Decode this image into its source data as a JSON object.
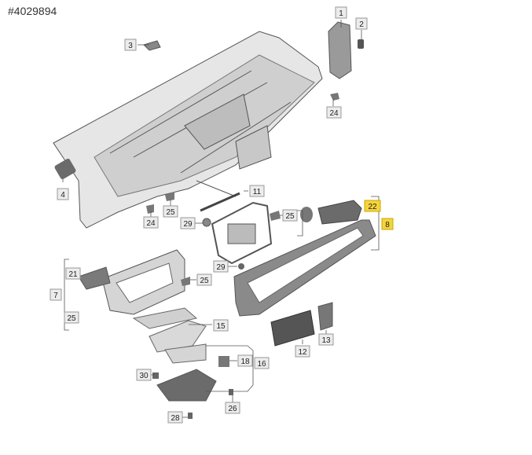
{
  "title": "#4029894",
  "callouts": {
    "c1": "1",
    "c2": "2",
    "c3": "3",
    "c4": "4",
    "c7": "7",
    "c8": "8",
    "c11": "11",
    "c12": "12",
    "c13": "13",
    "c15": "15",
    "c16": "16",
    "c18": "18",
    "c21": "21",
    "c22": "22",
    "c24a": "24",
    "c24b": "24",
    "c25a": "25",
    "c25b": "25",
    "c25c": "25",
    "c25d": "25",
    "c26": "26",
    "c28": "28",
    "c29a": "29",
    "c29b": "29",
    "c30": "30"
  },
  "colors": {
    "highlight": "#f5d33c",
    "label_bg": "#ececec",
    "part_fill": "#d9d9d9",
    "part_dark": "#6b6b6b"
  }
}
